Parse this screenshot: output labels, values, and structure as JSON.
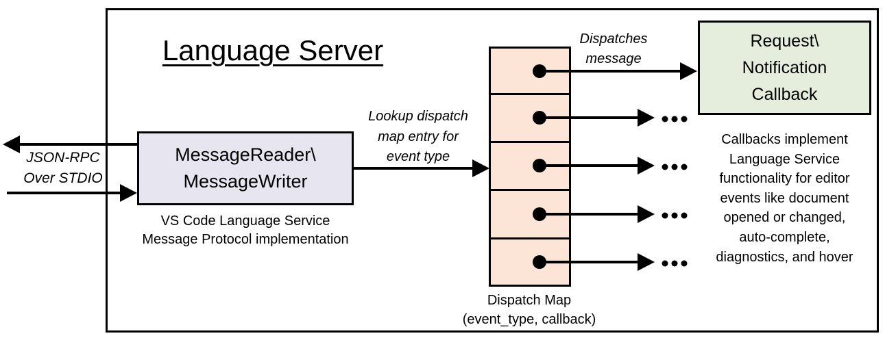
{
  "diagram": {
    "title": "Language Server",
    "io_label": "JSON-RPC\nOver STDIO",
    "reader_box": {
      "label": "MessageReader\\\nMessageWriter",
      "caption": "VS Code Language Service\nMessage Protocol implementation"
    },
    "lookup_label": "Lookup dispatch\nmap entry for\nevent type",
    "dispatch_label": "Dispatches\nmessage",
    "dispatch_map": {
      "cell_count": 5,
      "caption": "Dispatch Map\n(event_type, callback)"
    },
    "callback_box": {
      "label": "Request\\\nNotification\nCallback"
    },
    "callbacks_note": "Callbacks implement\nLanguage Service\nfunctionality for editor\nevents like document\nopened or changed,\nauto-complete,\ndiagnostics, and hover",
    "colors": {
      "line": "#000000",
      "reader_fill": "#e7e6f0",
      "dispatch_map_fill": "#fce5d6",
      "callback_fill": "#e5eedc"
    }
  }
}
